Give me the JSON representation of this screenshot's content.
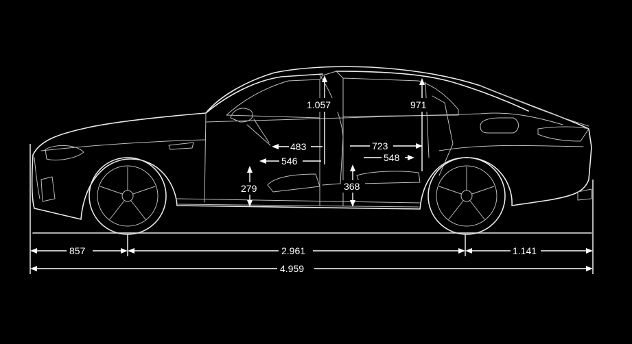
{
  "dimensions": {
    "front_headroom": "1.057",
    "rear_headroom": "971",
    "front_legroom_483": "483",
    "front_seat_546": "546",
    "rear_legroom_723": "723",
    "rear_seat_548": "548",
    "front_seat_height": "279",
    "rear_seat_height": "368",
    "front_overhang": "857",
    "wheelbase": "2.961",
    "rear_overhang": "1.141",
    "overall_length": "4.959"
  },
  "colors": {
    "background": "#000000",
    "lines": "#ffffff"
  }
}
